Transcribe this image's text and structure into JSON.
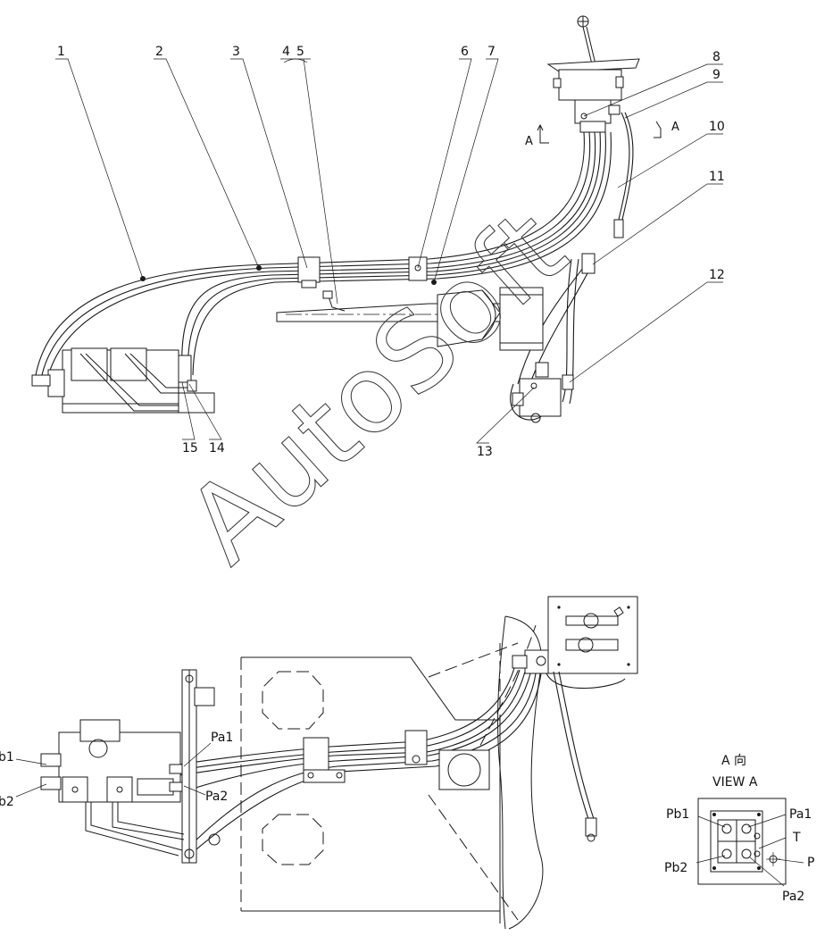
{
  "top_callouts": [
    "1",
    "2",
    "3",
    "4",
    "5",
    "6",
    "7",
    "8",
    "9",
    "10",
    "11",
    "12",
    "13",
    "14",
    "15"
  ],
  "section_marks": {
    "left": "A",
    "right": "A"
  },
  "ports": {
    "pa1": "Pa1",
    "pa2": "Pa2",
    "pb1": "b1",
    "pb2": "b2"
  },
  "view_a": {
    "title": "A 向",
    "subtitle": "VIEW A",
    "labels": {
      "pb1": "Pb1",
      "pa1": "Pa1",
      "t": "T",
      "pb2": "Pb2",
      "p": "P",
      "pa2": "Pa2"
    }
  },
  "watermark": "AutoSoft"
}
